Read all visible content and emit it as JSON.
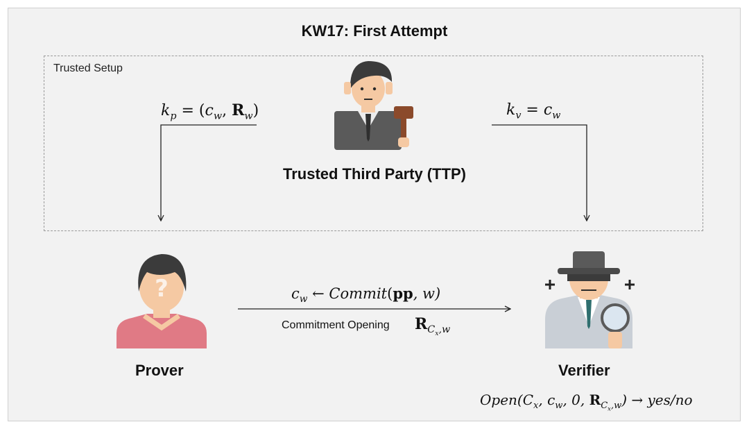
{
  "diagram": {
    "title": "KW17: First Attempt",
    "setup_label": "Trusted Setup",
    "ttp_label": "Trusted Third Party (TTP)",
    "prover_label": "Prover",
    "verifier_label": "Verifier",
    "prover_key": {
      "k": "k",
      "k_sub": "p",
      "eq": " = (",
      "c": "c",
      "c_sub": "w",
      "comma": ", ",
      "R": "R",
      "R_sub": "w",
      "close": ")"
    },
    "verifier_key": {
      "k": "k",
      "k_sub": "v",
      "eq": " = ",
      "c": "c",
      "c_sub": "w"
    },
    "commit_message": {
      "c": "c",
      "c_sub": "w",
      "arrow": " ← ",
      "fn": "Commit",
      "open": "(",
      "pp": "pp",
      "rest": ", w)"
    },
    "opening_text": "Commitment Opening",
    "opening_symbol": {
      "R": "R",
      "sub": "C",
      "sub_sub": "x",
      "sub_rest": ",w"
    },
    "open_formula": {
      "fn": "Open",
      "args": "(C",
      "a1_sub": "x",
      "a2": ", c",
      "a2_sub": "w",
      "a3": ", 0, ",
      "R": "R",
      "R_sub": "C",
      "R_sub_sub": "x",
      "R_sub_rest": ",w",
      "end": ") → yes/no"
    },
    "colors": {
      "frame_bg": "#f2f2f2",
      "hair": "#3b3b3b",
      "skin": "#f5c9a3",
      "suit": "#5a5a5a",
      "prover_shirt": "#e07a85",
      "verifier_coat": "#c9cfd6",
      "gavel": "#8b4a2b"
    },
    "icons": [
      "judge-icon",
      "prover-icon",
      "detective-icon"
    ]
  }
}
